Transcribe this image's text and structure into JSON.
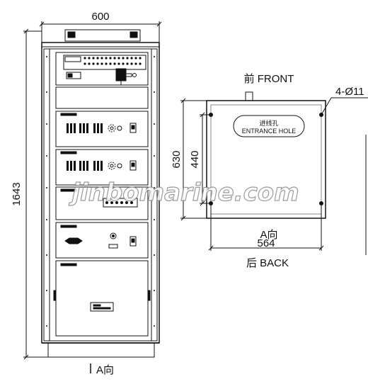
{
  "cabinet_view": {
    "width_dim": "600",
    "height_dim": "1643",
    "view_arrow_label": "A向"
  },
  "top_view": {
    "front_label": "前 FRONT",
    "back_label": "后 BACK",
    "hole_label": "4-Ø11",
    "entrance_label_cn": "进线孔",
    "entrance_label_en": "ENTRANCE HOLE",
    "depth_dim": "630",
    "inner_depth_dim": "440",
    "view_label": "A向",
    "width_dim": "564"
  },
  "watermark": "jinbomarine.com",
  "colors": {
    "line": "#111111",
    "watermark": "#9a9a9a"
  }
}
